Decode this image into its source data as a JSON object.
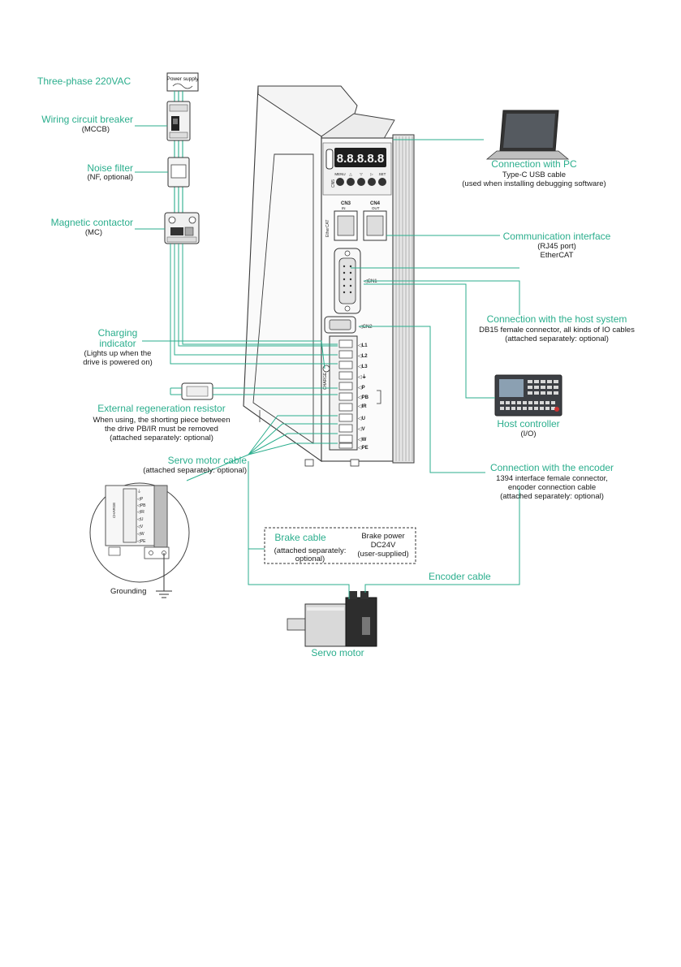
{
  "colors": {
    "accent": "#2bae8d",
    "line": "#2bae8d",
    "outline": "#3a3a3a"
  },
  "power": {
    "title": "Three-phase 220VAC",
    "box_label": "Power supply"
  },
  "left_components": {
    "mccb": {
      "title": "Wiring circuit breaker",
      "sub": "(MCCB)"
    },
    "nf": {
      "title": "Noise filter",
      "sub": "(NF, optional)"
    },
    "mc": {
      "title": "Magnetic contactor",
      "sub": "(MC)"
    }
  },
  "charging": {
    "title_1": "Charging",
    "title_2": "indicator",
    "desc_1": "(Lights up when the",
    "desc_2": "drive is powered on)"
  },
  "regen": {
    "title": "External regeneration resistor",
    "desc_1": "When using, the shorting piece between",
    "desc_2": "the drive PB/IR must be removed",
    "desc_3": "(attached separately: optional)"
  },
  "servo_cable": {
    "title": "Servo motor cable",
    "sub": "(attached separately: optional)"
  },
  "grounding": {
    "label": "Grounding"
  },
  "brake": {
    "title": "Brake cable",
    "sub_1": "(attached separately:",
    "sub_2": "optional)",
    "power_1": "Brake power",
    "power_2": "DC24V",
    "power_3": "(user-supplied)"
  },
  "servo_motor": {
    "label": "Servo motor"
  },
  "encoder_cable": {
    "label": "Encoder cable"
  },
  "right_labels": {
    "pc": {
      "title": "Connection with PC",
      "sub_1": "Type-C USB cable",
      "sub_2": "(used when installing debugging software)"
    },
    "comm": {
      "title": "Communication interface",
      "sub_1": "(RJ45 port)",
      "sub_2": "EtherCAT"
    },
    "host": {
      "title": "Connection with the host system",
      "sub_1": "DB15 female connector, all kinds of IO cables",
      "sub_2": "(attached separately: optional)"
    },
    "host_ctrl": {
      "title": "Host controller",
      "sub": "(I/O)"
    },
    "encoder": {
      "title": "Connection with the encoder",
      "sub_1": "1394 interface female connector,",
      "sub_2": "encoder connection cable",
      "sub_3": "(attached separately: optional)"
    }
  },
  "drive": {
    "display": "8.8.8.8.8",
    "cn5": "CN5",
    "buttons": [
      "MENU",
      "△",
      "▽",
      "▷",
      "SET"
    ],
    "cn3": "CN3",
    "cn3_sub": "IN",
    "cn4": "CN4",
    "cn4_sub": "OUT",
    "ethercat": "EtherCAT",
    "cn1": "◁CN1",
    "cn2": "◁CN2",
    "charge": "CHARGE",
    "terminals": [
      "◁L1",
      "◁L2",
      "◁L3",
      "◁⏚",
      "◁P",
      "◁PB",
      "◁IR",
      "◁U",
      "◁V",
      "◁W",
      "◁PE"
    ]
  },
  "inset": {
    "terminals": [
      "⏚",
      "◁P",
      "◁PB",
      "◁IR",
      "◁U",
      "◁V",
      "◁W",
      "◁PE"
    ],
    "charge": "CHARGE"
  }
}
